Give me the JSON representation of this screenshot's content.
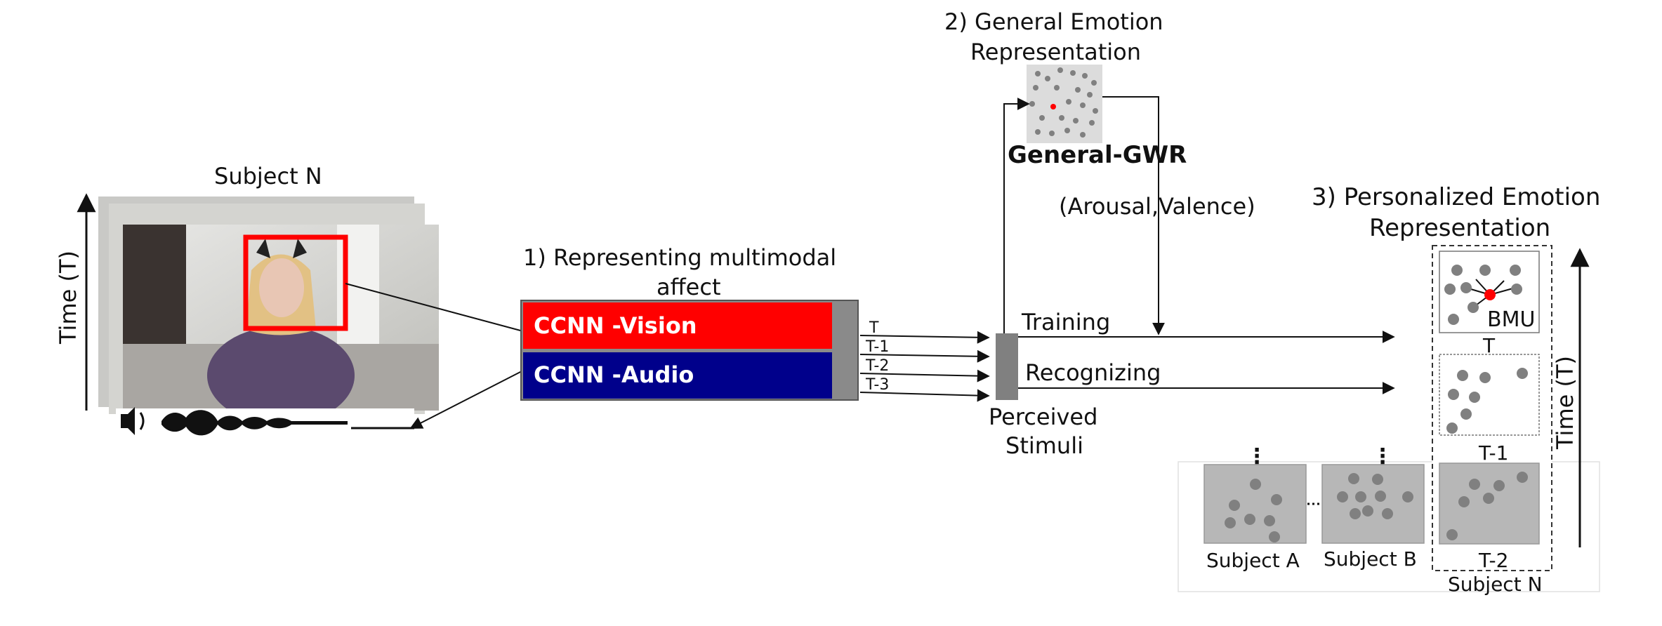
{
  "left": {
    "subject_label": "Subject N",
    "time_label": "Time (T)"
  },
  "step1": {
    "title_line1": "1) Representing multimodal",
    "title_line2": "affect",
    "vision_label": "CCNN -Vision",
    "audio_label": "CCNN -Audio",
    "vision_color": "#ff0000",
    "audio_color": "#00008b",
    "outputs": [
      "T",
      "T-1",
      "T-2",
      "T-3"
    ]
  },
  "stimuli": {
    "line1": "Perceived",
    "line2": "Stimuli"
  },
  "flows": {
    "training": "Training",
    "recognizing": "Recognizing"
  },
  "step2": {
    "title_line1": "2) General Emotion",
    "title_line2": "Representation",
    "model_label": "General-GWR",
    "output_label": "(Arousal,Valence)"
  },
  "step3": {
    "title_line1": "3) Personalized Emotion",
    "title_line2": "Representation",
    "bmu_label": "BMU",
    "frame_labels": [
      "T",
      "T-1",
      "T-2"
    ],
    "subject_a": "Subject A",
    "subject_b": "Subject B",
    "subject_n": "Subject N",
    "time_label": "Time (T)",
    "ellipsis": "⋮"
  },
  "colors": {
    "node_gray": "#808080",
    "highlight_red": "#ff0000",
    "panel_gray": "#c0c0c0"
  }
}
